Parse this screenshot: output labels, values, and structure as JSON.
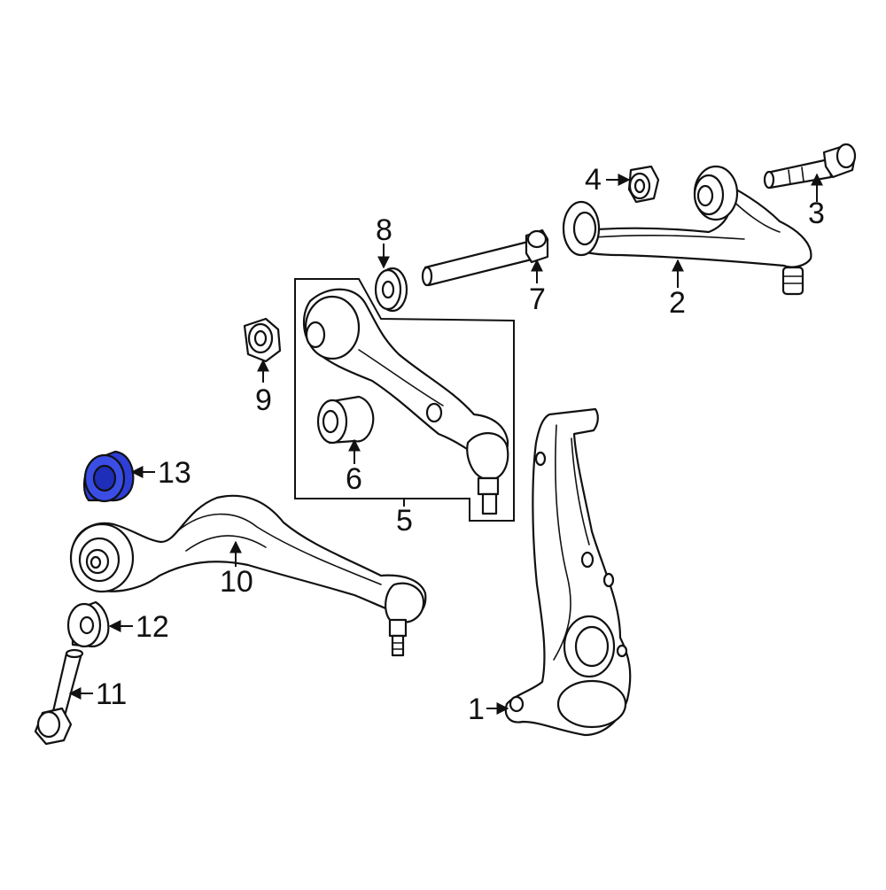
{
  "diagram": {
    "callouts": [
      {
        "id": "1",
        "label": "1",
        "part": "steering-knuckle"
      },
      {
        "id": "2",
        "label": "2",
        "part": "upper-control-arm"
      },
      {
        "id": "3",
        "label": "3",
        "part": "bolt"
      },
      {
        "id": "4",
        "label": "4",
        "part": "nut"
      },
      {
        "id": "5",
        "label": "5",
        "part": "lower-control-arm-assembly"
      },
      {
        "id": "6",
        "label": "6",
        "part": "bushing"
      },
      {
        "id": "7",
        "label": "7",
        "part": "bolt"
      },
      {
        "id": "8",
        "label": "8",
        "part": "washer"
      },
      {
        "id": "9",
        "label": "9",
        "part": "nut"
      },
      {
        "id": "10",
        "label": "10",
        "part": "lower-control-arm"
      },
      {
        "id": "11",
        "label": "11",
        "part": "bolt"
      },
      {
        "id": "12",
        "label": "12",
        "part": "washer"
      },
      {
        "id": "13",
        "label": "13",
        "part": "bushing"
      }
    ],
    "highlighted_part": "13",
    "highlight_color": "#2d3fd6",
    "line_color": "#111111",
    "background_color": "#ffffff"
  }
}
